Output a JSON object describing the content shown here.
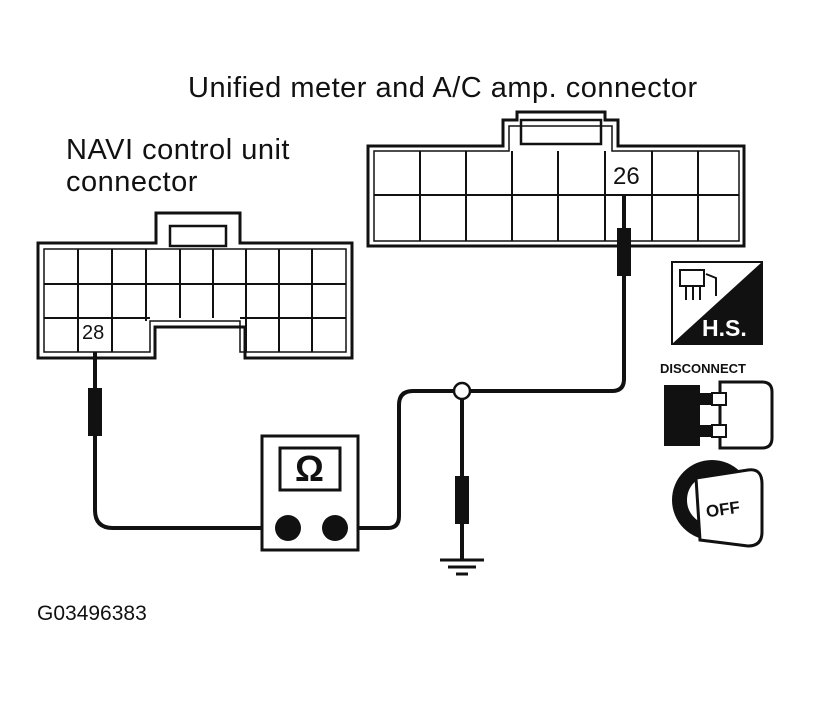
{
  "labels": {
    "unified_connector": "Unified meter and A/C amp. connector",
    "navi_connector_line1": "NAVI control unit",
    "navi_connector_line2": "connector",
    "pin_unified": "26",
    "pin_navi": "28",
    "ohmmeter_symbol": "Ω",
    "figure_code": "G03496383"
  },
  "icons": {
    "harness_side": "H.S.",
    "disconnect": "DISCONNECT",
    "ignition": "OFF"
  }
}
